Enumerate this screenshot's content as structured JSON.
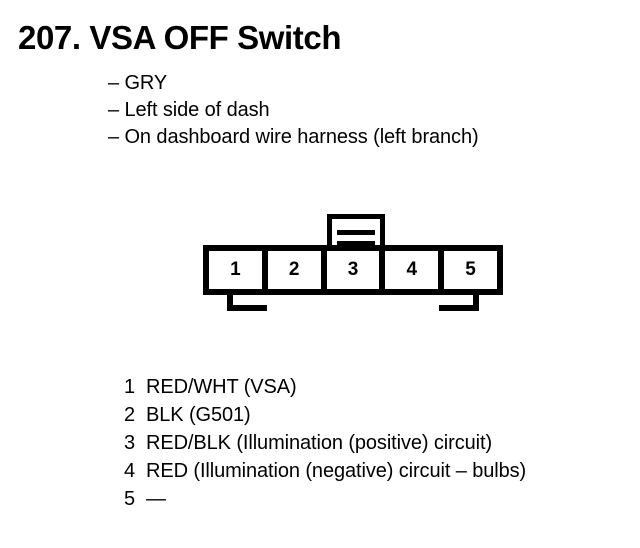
{
  "document": {
    "entry_number": "207.",
    "title": "207. VSA OFF Switch",
    "component_name": "VSA OFF Switch"
  },
  "meta": {
    "lines": [
      "– GRY",
      "– Left side of dash",
      "– On dashboard wire harness (left branch)"
    ],
    "connector_color": "GRY",
    "location": "Left side of dash",
    "harness": "On dashboard wire harness (left branch)"
  },
  "connector": {
    "cavity_count": 5,
    "pins": [
      {
        "number": "1"
      },
      {
        "number": "2"
      },
      {
        "number": "3"
      },
      {
        "number": "4"
      },
      {
        "number": "5"
      }
    ],
    "line_color": "#000000",
    "fill_color": "#ffffff"
  },
  "legend": {
    "rows": [
      {
        "num": "1",
        "desc": "RED/WHT (VSA)"
      },
      {
        "num": "2",
        "desc": "BLK (G501)"
      },
      {
        "num": "3",
        "desc": "RED/BLK (Illumination (positive) circuit)"
      },
      {
        "num": "4",
        "desc": "RED (Illumination (negative) circuit – bulbs)"
      },
      {
        "num": "5",
        "desc": "—"
      }
    ]
  }
}
